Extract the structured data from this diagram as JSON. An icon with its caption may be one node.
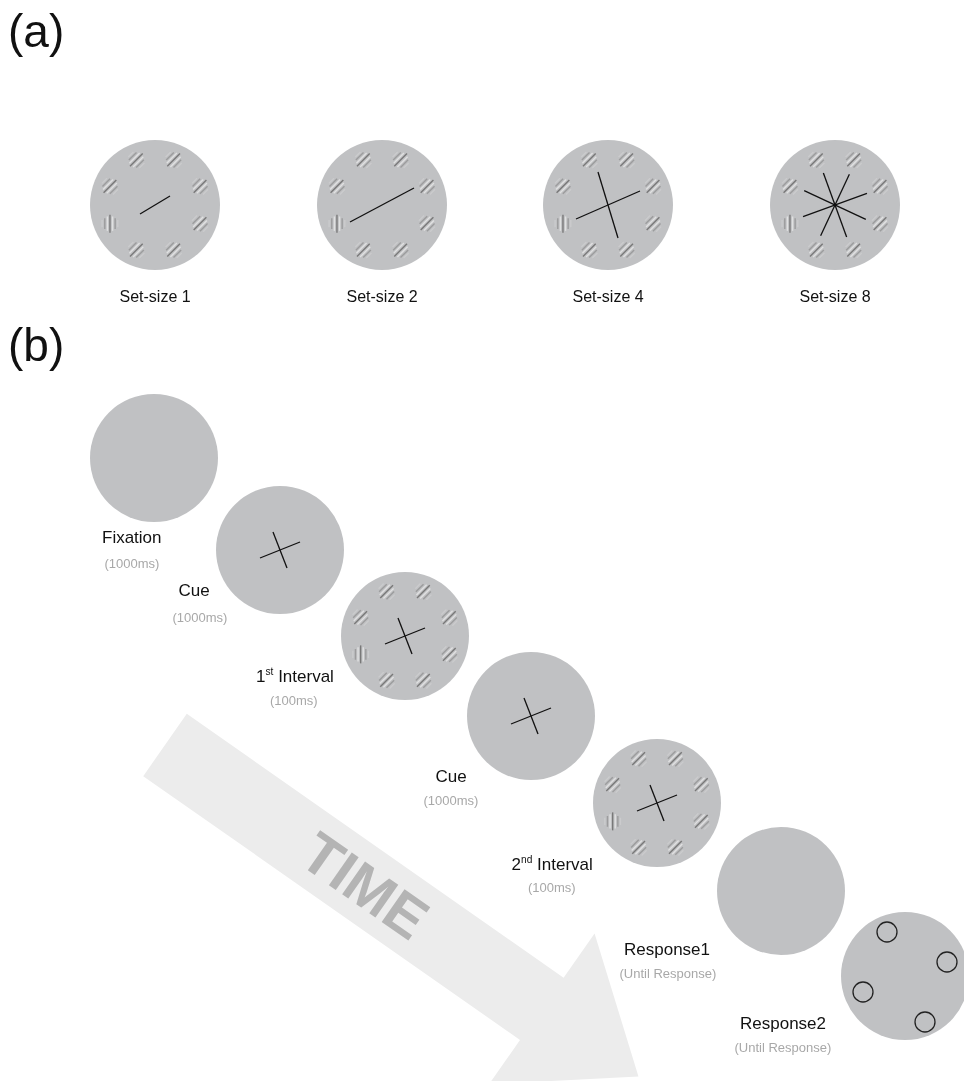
{
  "diagram": {
    "nodes": [
      {
        "text": [],
        "shape": "circle",
        "beside": [
          "Set-size 1"
        ]
      },
      {
        "text": [],
        "shape": "circle",
        "beside": [
          "Set-size 2"
        ]
      },
      {
        "text": [],
        "shape": "circle",
        "beside": [
          "Set-size 4"
        ]
      },
      {
        "text": [],
        "shape": "circle",
        "beside": [
          "Set-size 8"
        ]
      },
      {
        "text": [],
        "shape": "circle",
        "beside": [
          "Fixation",
          "(1000ms)"
        ]
      },
      {
        "text": [],
        "shape": "circle",
        "beside": [
          "Cue",
          "(1000ms)"
        ]
      },
      {
        "text": [],
        "shape": "circle",
        "beside": [
          "1$^{st}$ Interval",
          "(100ms)"
        ]
      },
      {
        "text": [],
        "shape": "circle",
        "beside": [
          "Cue",
          "(1000ms)"
        ]
      },
      {
        "text": [],
        "shape": "circle",
        "beside": [
          "2$^{nd}$ Interval",
          "(100ms)"
        ]
      },
      {
        "text": [],
        "shape": "circle",
        "beside": [
          "Response1",
          "(Until Response)"
        ]
      },
      {
        "text": [],
        "shape": "circle",
        "beside": [
          "Response2",
          "(Until Response)"
        ]
      }
    ],
    "edges": [],
    "labels": [
      "(a)",
      "(b)",
      "TIME"
    ]
  }
}
